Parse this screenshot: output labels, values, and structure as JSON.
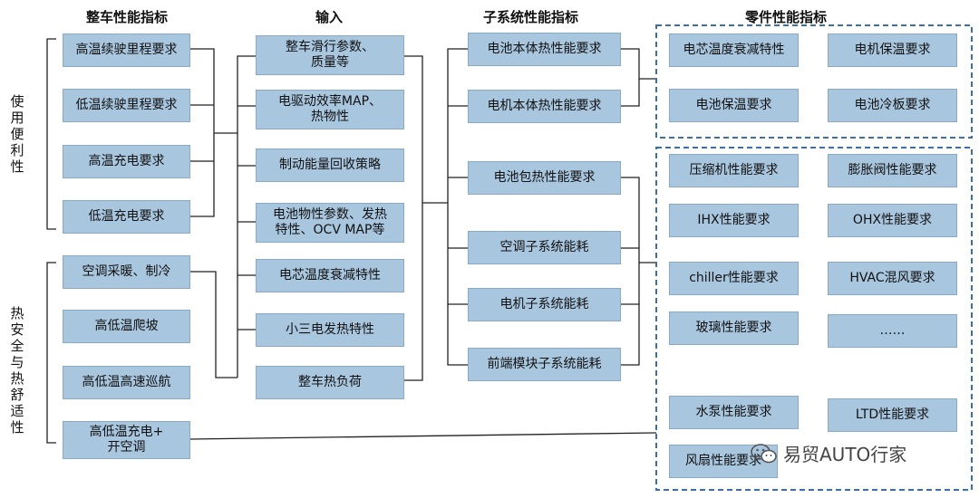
{
  "columns": {
    "vehicle": "整车性能指标",
    "input": "输入",
    "subsystem": "子系统性能指标",
    "parts": "零件性能指标"
  },
  "side_labels": {
    "usability": "使用便利性",
    "thermal": "热安全与热舒适性"
  },
  "vehicle_items": [
    "高温续驶里程要求",
    "低温续驶里程要求",
    "高温充电要求",
    "低温充电要求",
    "空调采暖、制冷",
    "高低温爬坡",
    "高低温高速巡航",
    "高低温充电+\n开空调"
  ],
  "input_items": [
    "整车滑行参数、\n质量等",
    "电驱动效率MAP、\n热物性",
    "制动能量回收策略",
    "电池物性参数、发热\n特性、OCV MAP等",
    "电芯温度衰减特性",
    "小三电发热特性",
    "整车热负荷"
  ],
  "subsystem_items": [
    "电池本体热性能要求",
    "电机本体热性能要求",
    "电池包热性能要求",
    "空调子系统能耗",
    "电机子系统能耗",
    "前端模块子系统能耗"
  ],
  "parts_group1": [
    "电芯温度衰减特性",
    "电机保温要求",
    "电池保温要求",
    "电池冷板要求"
  ],
  "parts_group2": [
    "压缩机性能要求",
    "膨胀阀性能要求",
    "IHX性能要求",
    "OHX性能要求",
    "chiller性能要求",
    "HVAC混风要求",
    "玻璃性能要求",
    "……",
    "水泵性能要求",
    "LTD性能要求",
    "风扇性能要求"
  ],
  "watermark": "易贸AUTO行家",
  "colors": {
    "box_fill": "#a9c6df",
    "dash": "#3a6fa8"
  }
}
